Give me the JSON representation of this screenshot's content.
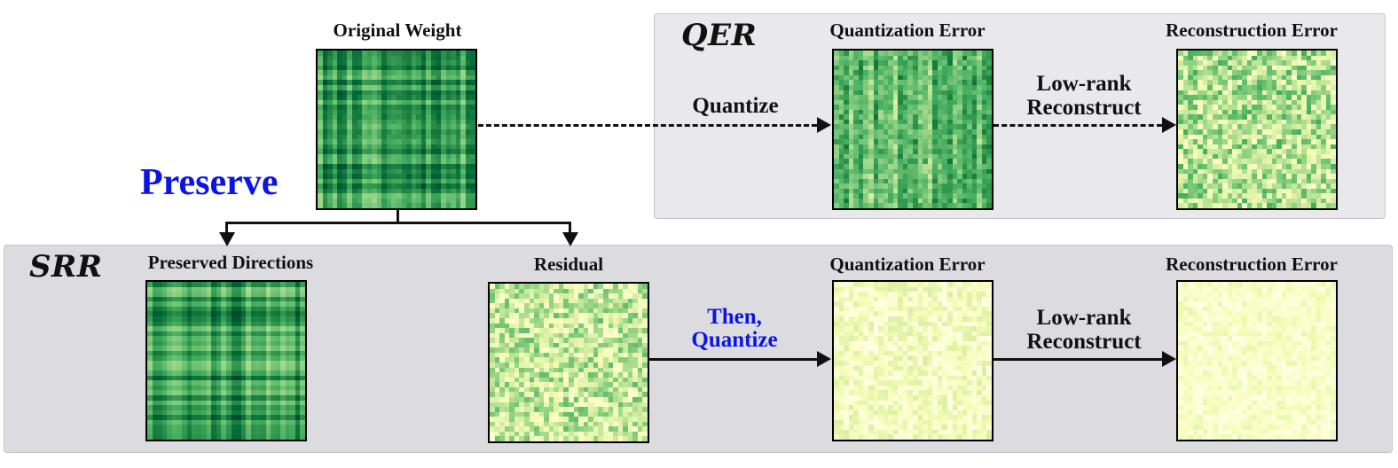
{
  "figure": {
    "preserve_label": "Preserve",
    "original": {
      "title": "Original Weight"
    },
    "qer": {
      "tag": "QER",
      "quant_title": "Quantization Error",
      "recon_title": "Reconstruction Error",
      "step1_label": "Quantize",
      "step2_line1": "Low-rank",
      "step2_line2": "Reconstruct"
    },
    "srr": {
      "tag": "SRR",
      "preserved_title": "Preserved Directions",
      "residual_title": "Residual",
      "quant_title": "Quantization Error",
      "recon_title": "Reconstruction Error",
      "step1_line1": "Then,",
      "step1_line2": "Quantize",
      "step2_line1": "Low-rank",
      "step2_line2": "Reconstruct"
    },
    "colors": {
      "accent_blue": "#0a14e6",
      "qer_panel_bg": "#e9e9ec",
      "srr_panel_bg": "#dcdce0",
      "colormap": [
        "#ffffe5",
        "#f7fcb9",
        "#d9f0a3",
        "#addd8e",
        "#78c679",
        "#41ab5d",
        "#238443",
        "#006837",
        "#004529"
      ]
    },
    "heatmaps": {
      "original": {
        "seed": 11,
        "structure": "plaid",
        "lo": 0.25,
        "hi": 1.0,
        "noise": 0.1
      },
      "qer_quant": {
        "seed": 23,
        "structure": "cols",
        "lo": 0.15,
        "hi": 0.85,
        "noise": 0.3
      },
      "qer_recon": {
        "seed": 37,
        "structure": "random",
        "lo": 0.08,
        "hi": 0.62,
        "noise": 1.0
      },
      "preserved": {
        "seed": 41,
        "structure": "plaid",
        "lo": 0.3,
        "hi": 1.0,
        "noise": 0.0
      },
      "residual": {
        "seed": 53,
        "structure": "random",
        "lo": 0.05,
        "hi": 0.55,
        "noise": 1.0
      },
      "srr_quant": {
        "seed": 67,
        "structure": "random",
        "lo": 0.0,
        "hi": 0.25,
        "noise": 1.0
      },
      "srr_recon": {
        "seed": 79,
        "structure": "random",
        "lo": 0.0,
        "hi": 0.18,
        "noise": 1.0
      }
    }
  }
}
